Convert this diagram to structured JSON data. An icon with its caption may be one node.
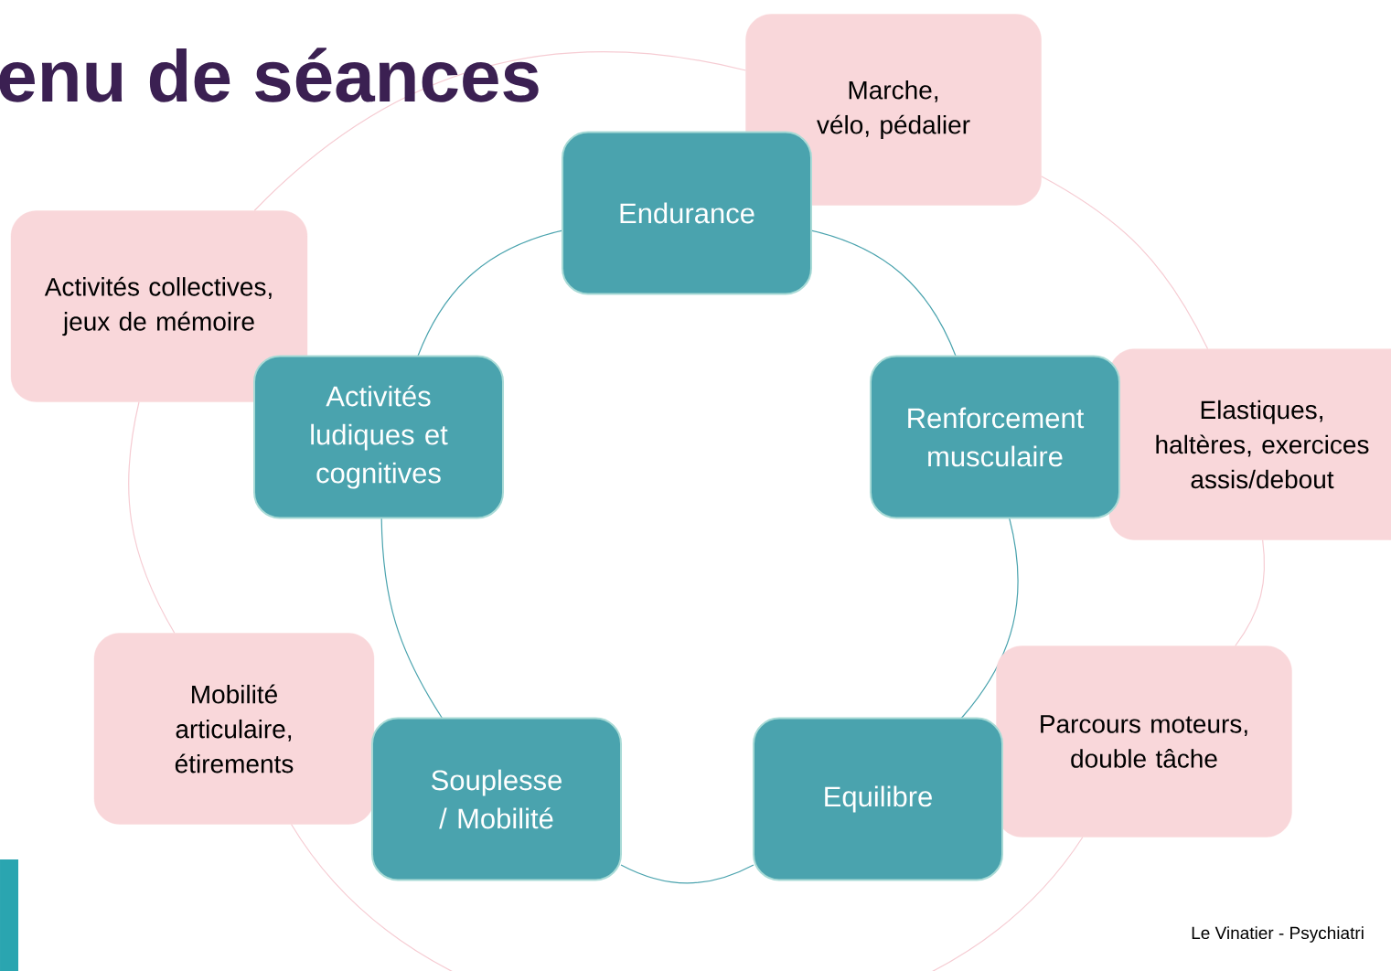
{
  "diagram": {
    "title": "enu de séances",
    "nodes": [
      {
        "text": [
          "Marche, vélo, pédalier"
        ]
      },
      {
        "text": [
          "Endurance"
        ]
      },
      {
        "text": [
          "Activités collectives, jeux de mémoire"
        ]
      },
      {
        "text": [
          "Activités ludiques et cognitives"
        ]
      },
      {
        "text": [
          "Renforcement musculaire"
        ]
      },
      {
        "text": [
          "Elastiques, haltères, exercices assis/debout"
        ]
      },
      {
        "text": [
          "Mobilité articulaire, étirements"
        ]
      },
      {
        "text": [
          "Souplesse / Mobilité"
        ]
      },
      {
        "text": [
          "Equilibre"
        ]
      },
      {
        "text": [
          "Parcours moteurs, double tâche"
        ]
      }
    ],
    "edges": [
      {
        "from": 1,
        "to": 4,
        "arrow": "none",
        "color": "#4aa3ae"
      },
      {
        "from": 4,
        "to": 8,
        "arrow": "none",
        "color": "#4aa3ae"
      },
      {
        "from": 8,
        "to": 7,
        "arrow": "none",
        "color": "#4aa3ae"
      },
      {
        "from": 7,
        "to": 3,
        "arrow": "none",
        "color": "#4aa3ae"
      },
      {
        "from": 3,
        "to": 1,
        "arrow": "none",
        "color": "#4aa3ae"
      },
      {
        "from": 0,
        "to": 5,
        "arrow": "none",
        "color": "#f6ccd3"
      },
      {
        "from": 5,
        "to": 9,
        "arrow": "none",
        "color": "#f6ccd3"
      },
      {
        "from": 9,
        "to": 6,
        "arrow": "none",
        "color": "#f6ccd3"
      },
      {
        "from": 6,
        "to": 2,
        "arrow": "none",
        "color": "#f6ccd3"
      },
      {
        "from": 2,
        "to": 0,
        "arrow": "none",
        "color": "#f6ccd3"
      }
    ],
    "labels": [
      "Le Vinatier - Psychiatri"
    ]
  }
}
